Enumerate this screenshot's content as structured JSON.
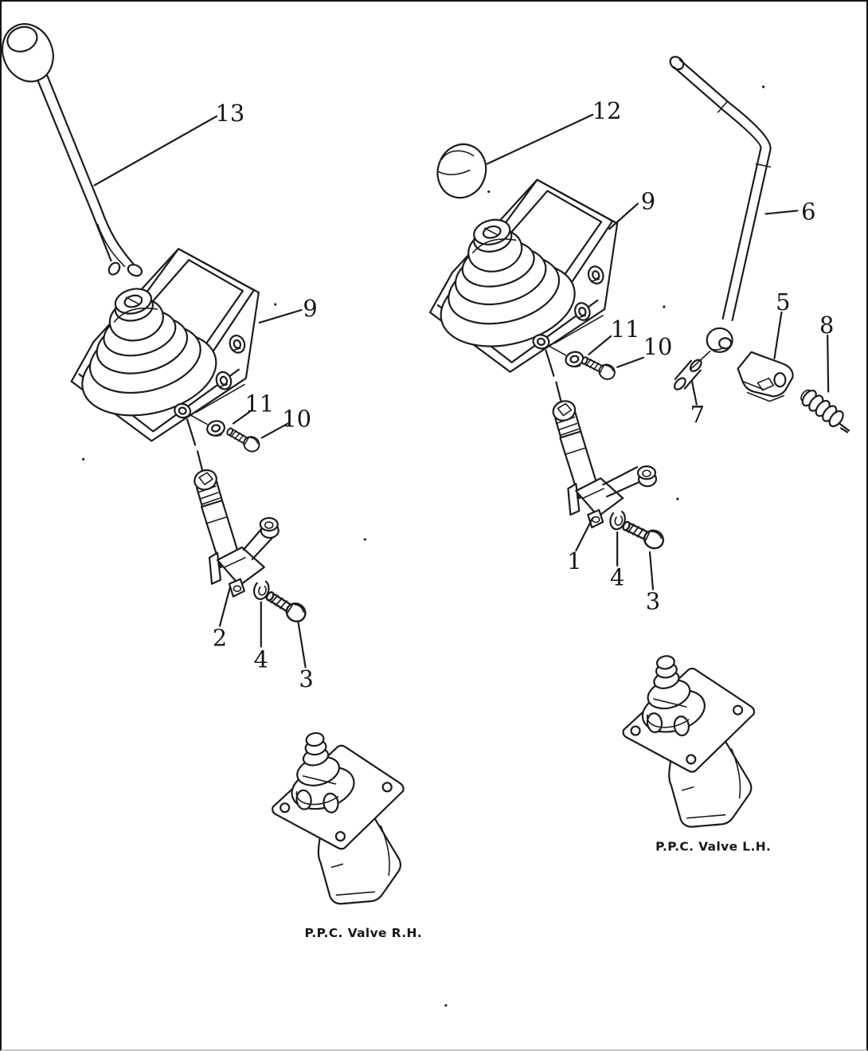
{
  "diagram": {
    "captions": {
      "valve_rh": "P.P.C. Valve R.H.",
      "valve_lh": "P.P.C. Valve L.H."
    },
    "callouts": {
      "c1": "1",
      "c2": "2",
      "c3l": "3",
      "c3r": "3",
      "c4l": "4",
      "c4r": "4",
      "c5": "5",
      "c6": "6",
      "c7": "7",
      "c8": "8",
      "c9l": "9",
      "c9r": "9",
      "c10l": "10",
      "c10r": "10",
      "c11l": "11",
      "c11r": "11",
      "c12": "12",
      "c13": "13"
    },
    "colors": {
      "line": "#1c1c1c",
      "background": "#ffffff",
      "border": "#141414",
      "border_bottom": "#c8c8c8"
    }
  }
}
